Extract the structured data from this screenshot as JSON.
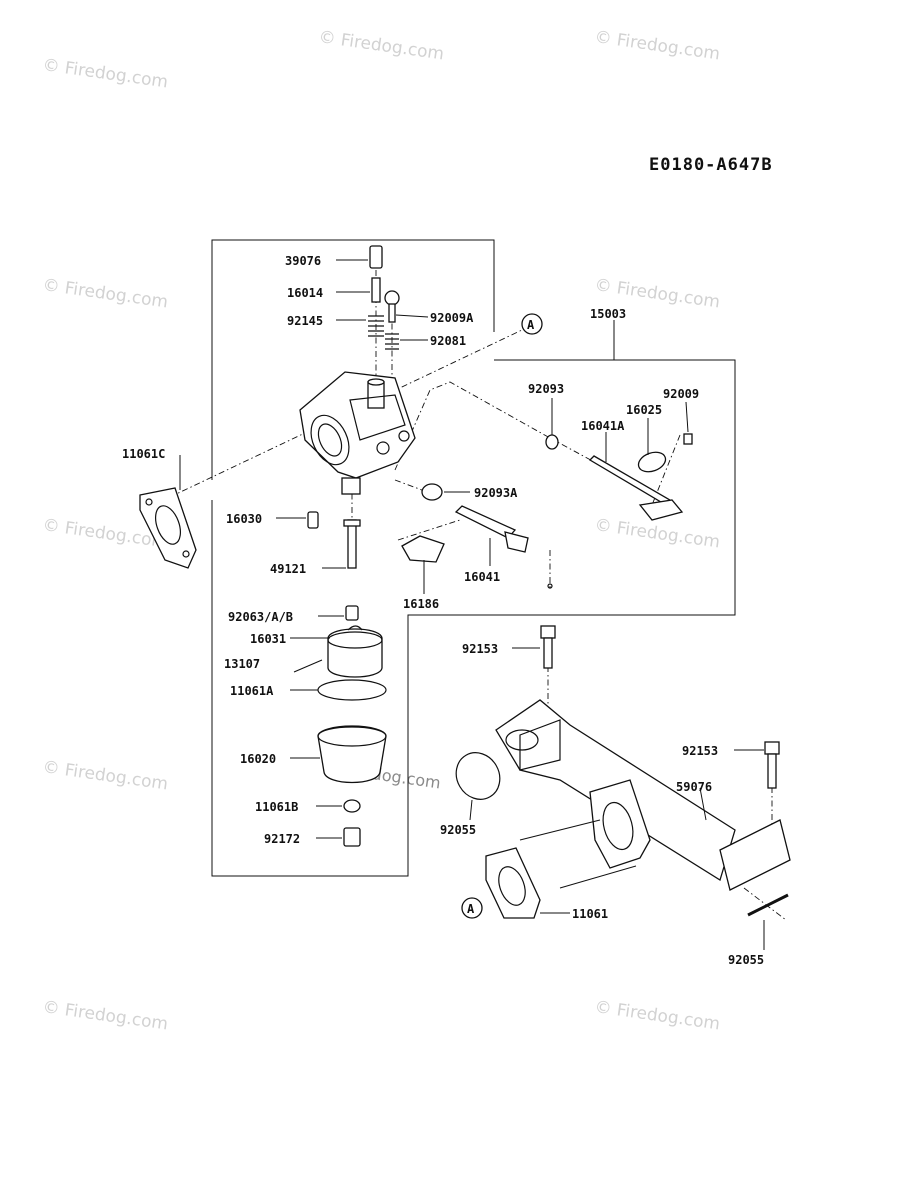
{
  "diagram_code": "E0180-A647B",
  "watermark": "© Firedog.com",
  "watermark_center": "© Firedog.com",
  "reference_marker": "A",
  "parts": {
    "p39076": "39076",
    "p16014": "16014",
    "p92145": "92145",
    "p92009A": "92009A",
    "p92081": "92081",
    "p15003": "15003",
    "p11061C": "11061C",
    "p92093": "92093",
    "p92009": "92009",
    "p16025": "16025",
    "p16041A": "16041A",
    "p92093A": "92093A",
    "p16030": "16030",
    "p49121": "49121",
    "p16041": "16041",
    "p16186": "16186",
    "p92063AB": "92063/A/B",
    "p16031": "16031",
    "p13107": "13107",
    "p11061A": "11061A",
    "p16020": "16020",
    "p11061B": "11061B",
    "p92172": "92172",
    "p92153a": "92153",
    "p92153b": "92153",
    "p59076": "59076",
    "p92055a": "92055",
    "p92055b": "92055",
    "p11061": "11061"
  }
}
